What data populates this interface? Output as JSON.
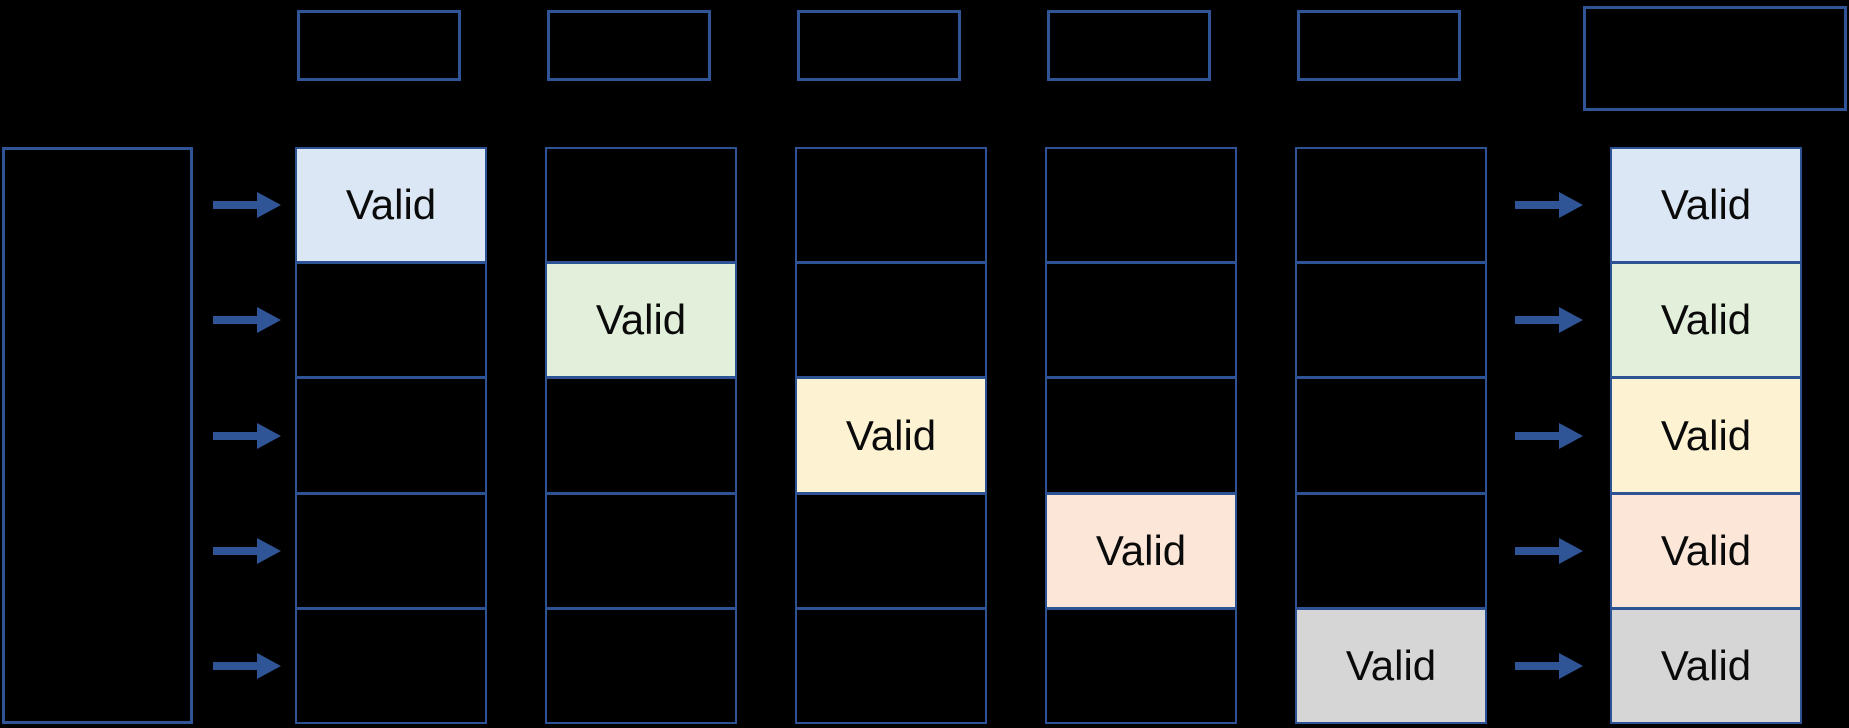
{
  "diagram": {
    "background_color": "#000000",
    "outline_color": "#2F5597",
    "grid_border_color": "#2E5395",
    "arrow_color": "#2F5597",
    "valid_text_color": "#0a0a0a",
    "valid_label": "Valid",
    "row_fills": [
      "#DBE7F4",
      "#E2EFDB",
      "#FDF2D2",
      "#FBE6D8",
      "#D6D6D6"
    ],
    "input_box": {
      "label": ""
    },
    "output_header_box": {
      "label": ""
    },
    "top_boxes": [
      {
        "label": ""
      },
      {
        "label": ""
      },
      {
        "label": ""
      },
      {
        "label": ""
      },
      {
        "label": ""
      }
    ],
    "columns": [
      {
        "cells": [
          {
            "label": "Valid",
            "fill": "#DBE7F4"
          },
          {
            "label": "",
            "fill": ""
          },
          {
            "label": "",
            "fill": ""
          },
          {
            "label": "",
            "fill": ""
          },
          {
            "label": "",
            "fill": ""
          }
        ]
      },
      {
        "cells": [
          {
            "label": "",
            "fill": ""
          },
          {
            "label": "Valid",
            "fill": "#E2EFDB"
          },
          {
            "label": "",
            "fill": ""
          },
          {
            "label": "",
            "fill": ""
          },
          {
            "label": "",
            "fill": ""
          }
        ]
      },
      {
        "cells": [
          {
            "label": "",
            "fill": ""
          },
          {
            "label": "",
            "fill": ""
          },
          {
            "label": "Valid",
            "fill": "#FDF2D2"
          },
          {
            "label": "",
            "fill": ""
          },
          {
            "label": "",
            "fill": ""
          }
        ]
      },
      {
        "cells": [
          {
            "label": "",
            "fill": ""
          },
          {
            "label": "",
            "fill": ""
          },
          {
            "label": "",
            "fill": ""
          },
          {
            "label": "Valid",
            "fill": "#FBE6D8"
          },
          {
            "label": "",
            "fill": ""
          }
        ]
      },
      {
        "cells": [
          {
            "label": "",
            "fill": ""
          },
          {
            "label": "",
            "fill": ""
          },
          {
            "label": "",
            "fill": ""
          },
          {
            "label": "",
            "fill": ""
          },
          {
            "label": "Valid",
            "fill": "#D6D6D6"
          }
        ]
      },
      {
        "cells": [
          {
            "label": "Valid",
            "fill": "#DBE7F4"
          },
          {
            "label": "Valid",
            "fill": "#E2EFDB"
          },
          {
            "label": "Valid",
            "fill": "#FDF2D2"
          },
          {
            "label": "Valid",
            "fill": "#FBE6D8"
          },
          {
            "label": "Valid",
            "fill": "#D6D6D6"
          }
        ]
      }
    ]
  }
}
